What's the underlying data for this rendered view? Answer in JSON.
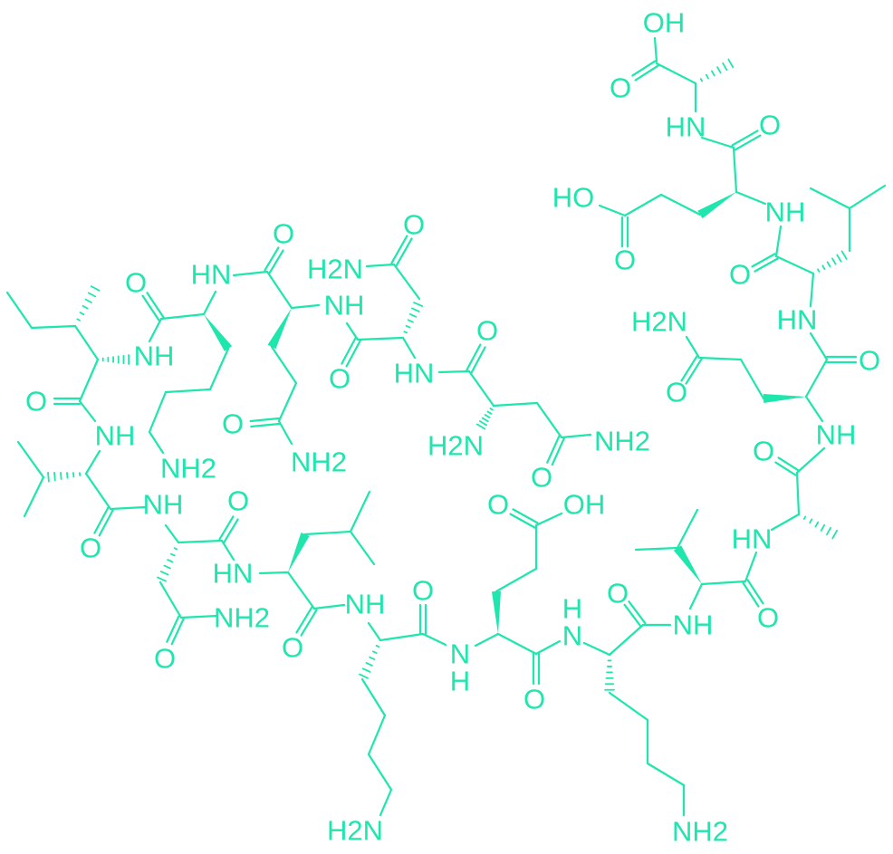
{
  "diagram": {
    "type": "chemical-structure",
    "colors": {
      "structure": "#1ee6ad",
      "background": "#ffffff"
    },
    "atom_labels": [
      "OH",
      "O",
      "HN",
      "O",
      "HO",
      "NH",
      "O",
      "O",
      "H2N",
      "HN",
      "O",
      "O",
      "NH",
      "O",
      "HN",
      "O",
      "NH",
      "O",
      "H",
      "N",
      "O",
      "NH2",
      "O",
      "OH",
      "N",
      "H",
      "O",
      "NH",
      "O",
      "H2N",
      "HN",
      "O",
      "NH",
      "O",
      "NH2",
      "O",
      "NH",
      "O",
      "NH",
      "O",
      "HN",
      "O",
      "NH",
      "H2N",
      "O",
      "O",
      "HN",
      "O",
      "NH2",
      "O",
      "NH2",
      "H2N",
      "O",
      "NH2"
    ]
  }
}
